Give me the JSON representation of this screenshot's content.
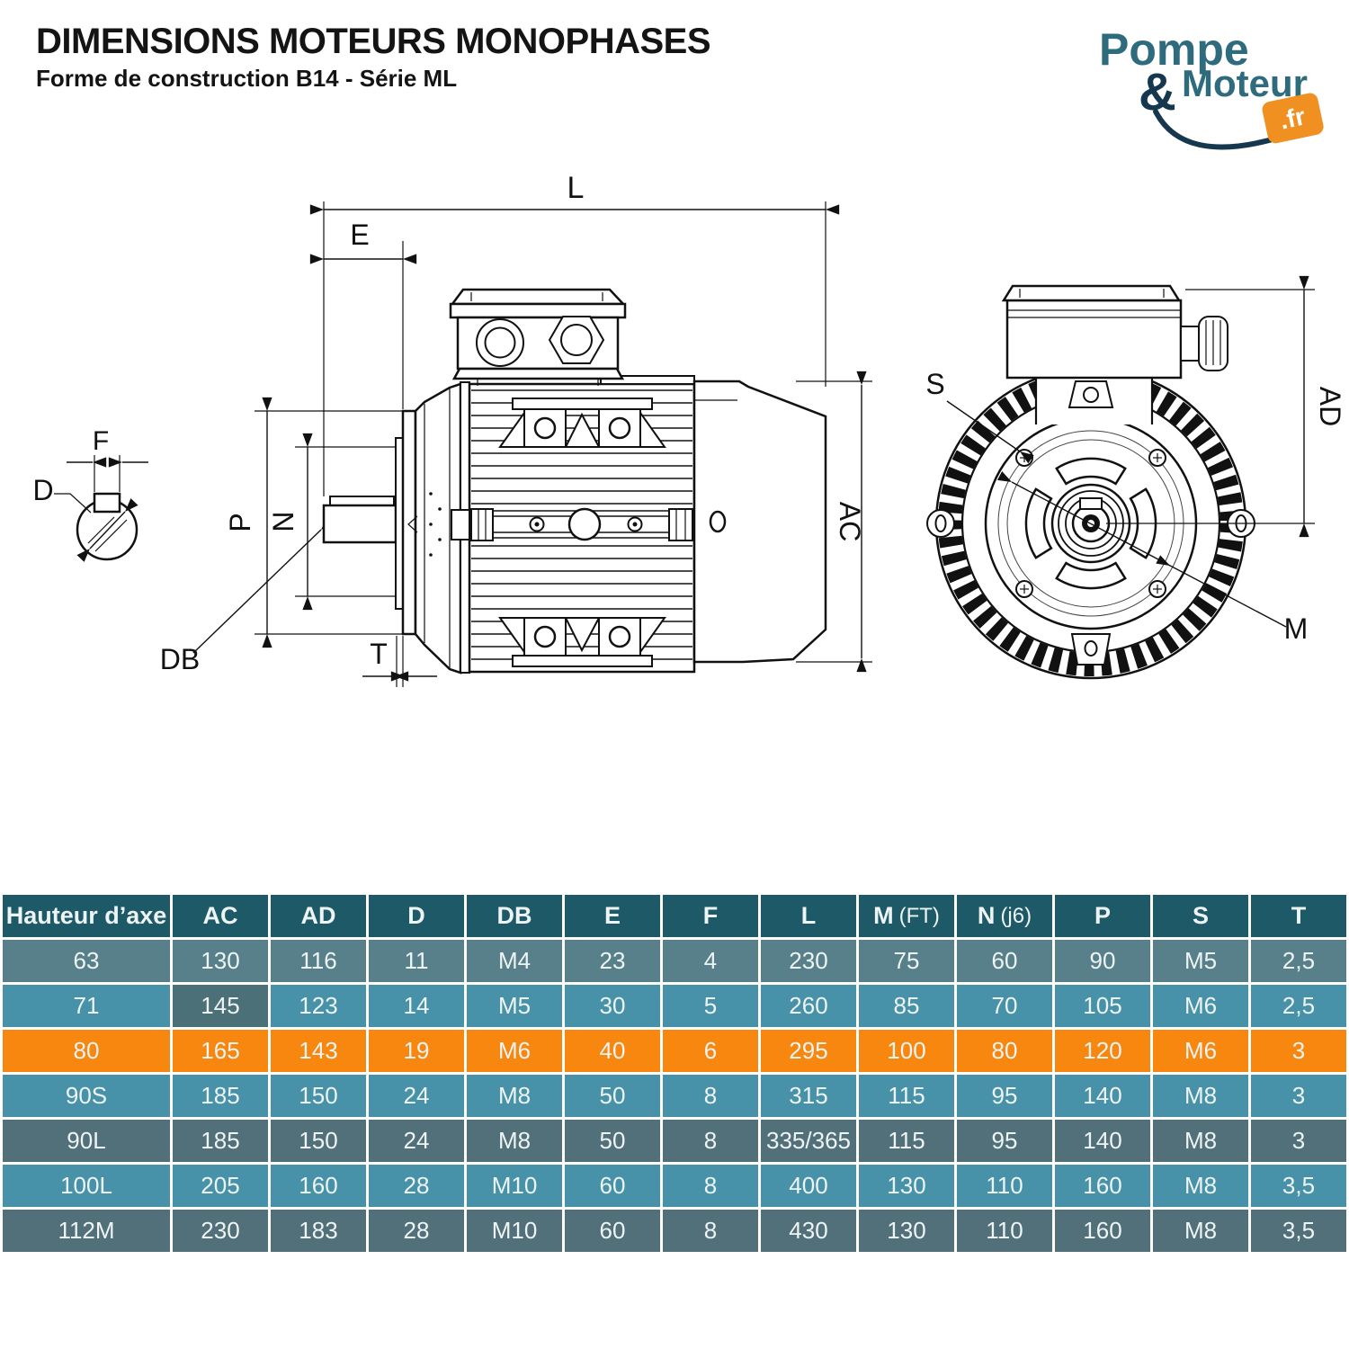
{
  "header": {
    "title": "DIMENSIONS MOTEURS MONOPHASES",
    "subtitle": "Forme de construction B14 - Série ML"
  },
  "logo": {
    "word1": "Pompe",
    "amp": "&",
    "word2": "Moteur",
    "tld": ".fr"
  },
  "diagram": {
    "side": {
      "L": "L",
      "E": "E",
      "P": "P",
      "N": "N",
      "DB": "DB",
      "T": "T",
      "AC": "AC",
      "F": "F",
      "D": "D"
    },
    "front": {
      "S": "S",
      "AD": "AD",
      "M": "M"
    }
  },
  "table": {
    "columns": [
      {
        "t": "Hauteur d’axe",
        "s": ""
      },
      {
        "t": "AC",
        "s": ""
      },
      {
        "t": "AD",
        "s": ""
      },
      {
        "t": "D",
        "s": ""
      },
      {
        "t": "DB",
        "s": ""
      },
      {
        "t": "E",
        "s": ""
      },
      {
        "t": "F",
        "s": ""
      },
      {
        "t": "L",
        "s": ""
      },
      {
        "t": "M",
        "s": "(FT)"
      },
      {
        "t": "N",
        "s": "(j6)"
      },
      {
        "t": "P",
        "s": ""
      },
      {
        "t": "S",
        "s": ""
      },
      {
        "t": "T",
        "s": ""
      }
    ],
    "rows": [
      {
        "name": "63",
        "variant": "grayLight",
        "cells": [
          "130",
          "116",
          "11",
          "M4",
          "23",
          "4",
          "230",
          "75",
          "60",
          "90",
          "M5",
          "2,5"
        ],
        "dark_cells": []
      },
      {
        "name": "71",
        "variant": "blue",
        "cells": [
          "145",
          "123",
          "14",
          "M5",
          "30",
          "5",
          "260",
          "85",
          "70",
          "105",
          "M6",
          "2,5"
        ],
        "dark_cells": [
          0
        ]
      },
      {
        "name": "80",
        "variant": "highlight",
        "cells": [
          "165",
          "143",
          "19",
          "M6",
          "40",
          "6",
          "295",
          "100",
          "80",
          "120",
          "M6",
          "3"
        ],
        "dark_cells": []
      },
      {
        "name": "90S",
        "variant": "blue",
        "cells": [
          "185",
          "150",
          "24",
          "M8",
          "50",
          "8",
          "315",
          "115",
          "95",
          "140",
          "M8",
          "3"
        ],
        "dark_cells": []
      },
      {
        "name": "90L",
        "variant": "gray",
        "cells": [
          "185",
          "150",
          "24",
          "M8",
          "50",
          "8",
          "335/365",
          "115",
          "95",
          "140",
          "M8",
          "3"
        ],
        "dark_cells": []
      },
      {
        "name": "100L",
        "variant": "blue",
        "cells": [
          "205",
          "160",
          "28",
          "M10",
          "60",
          "8",
          "400",
          "130",
          "110",
          "160",
          "M8",
          "3,5"
        ],
        "dark_cells": []
      },
      {
        "name": "112M",
        "variant": "gray",
        "cells": [
          "230",
          "183",
          "28",
          "M10",
          "60",
          "8",
          "430",
          "130",
          "110",
          "160",
          "M8",
          "3,5"
        ],
        "dark_cells": []
      }
    ]
  },
  "colors": {
    "header_bg": "#1e5968",
    "row_grayLight": "#57808b",
    "row_gray": "#51707a",
    "row_blue": "#4792a9",
    "row_highlight": "#f8870f",
    "cell_dark": "#4b7077",
    "cell_text": "#eef4f4",
    "logo_teal": "#2d6b7d",
    "logo_navy": "#16384f",
    "accent_orange": "#ef9021",
    "line": "#111111"
  }
}
